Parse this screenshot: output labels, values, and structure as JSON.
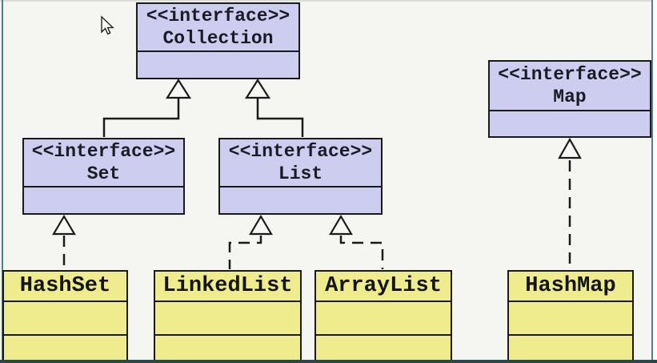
{
  "diagram": {
    "type": "uml-class-diagram",
    "stereotype": "<<interface>>",
    "interfaces": [
      {
        "name": "Collection"
      },
      {
        "name": "Map"
      },
      {
        "name": "Set"
      },
      {
        "name": "List"
      }
    ],
    "classes": [
      {
        "name": "HashSet"
      },
      {
        "name": "LinkedList"
      },
      {
        "name": "ArrayList"
      },
      {
        "name": "HashMap"
      }
    ],
    "relationships": [
      {
        "from": "Set",
        "to": "Collection",
        "type": "generalization",
        "line": "solid"
      },
      {
        "from": "List",
        "to": "Collection",
        "type": "generalization",
        "line": "solid"
      },
      {
        "from": "HashSet",
        "to": "Set",
        "type": "realization",
        "line": "dashed"
      },
      {
        "from": "LinkedList",
        "to": "List",
        "type": "realization",
        "line": "dashed"
      },
      {
        "from": "ArrayList",
        "to": "List",
        "type": "realization",
        "line": "dashed"
      },
      {
        "from": "HashMap",
        "to": "Map",
        "type": "realization",
        "line": "dashed"
      }
    ],
    "colors": {
      "interface_fill": "#cdcdef",
      "class_fill": "#eeec8c",
      "box_border": "#1a1a1a",
      "background": "#f5f5f1",
      "frame_accent": "#4e8184",
      "bottom_bar": "#26494b"
    }
  }
}
